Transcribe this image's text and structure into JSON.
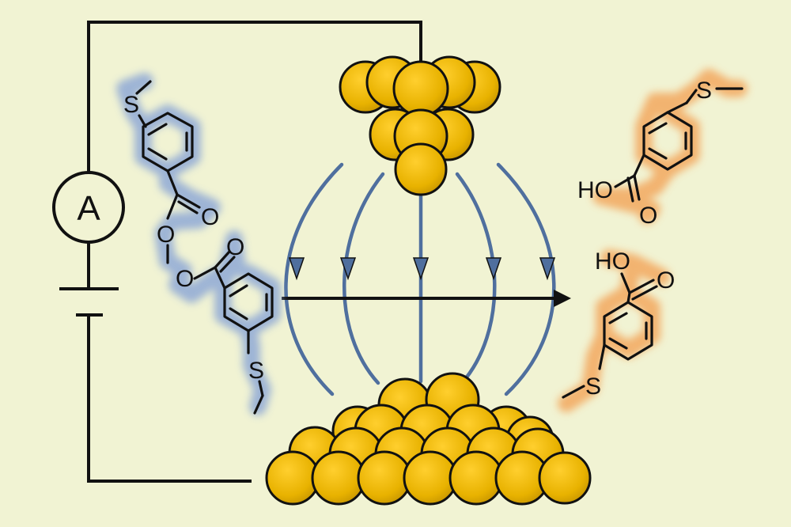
{
  "circuit": {
    "ammeter_label": "A"
  },
  "reactant": {
    "glow_color": "#8fa9d6",
    "sulfur_top": "S",
    "peroxide_o1": "O",
    "peroxide_o2": "O",
    "carbonyl_o1": "O",
    "carbonyl_o2": "O",
    "sulfur_bottom": "S"
  },
  "products": {
    "glow_color": "#f3a85f",
    "top": {
      "sulfur": "S",
      "hydroxyl": "HO",
      "carbonyl_o": "O"
    },
    "bottom": {
      "hydroxyl": "HO",
      "carbonyl_o": "O",
      "sulfur": "S"
    }
  },
  "electrodes": {
    "gold_color": "#e8b200",
    "field_line_color": "#4f6f9e"
  }
}
